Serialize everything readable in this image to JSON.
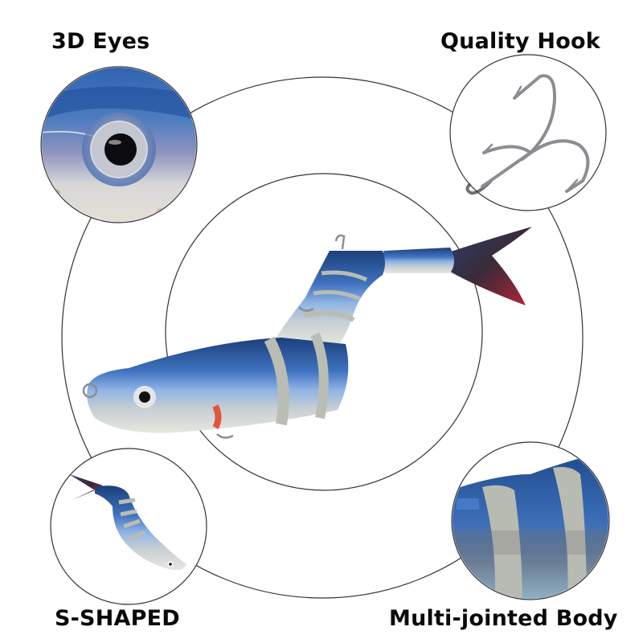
{
  "features": [
    {
      "id": "eyes",
      "label": "3D Eyes"
    },
    {
      "id": "hook",
      "label": "Quality Hook"
    },
    {
      "id": "shape",
      "label": "S-SHAPED"
    },
    {
      "id": "body",
      "label": "Multi-jointed Body"
    }
  ],
  "colors": {
    "background": "#ffffff",
    "line": "#333333",
    "lure_blue_dark": "#1b3f7a",
    "lure_blue": "#3f72c0",
    "lure_blue_light": "#8fb4e6",
    "lure_belly": "#d9dcd5",
    "joint_band": "#b9bdb3",
    "tail_red": "#b7243a",
    "tail_dark": "#3a2a38",
    "hook_silver": "#8a8d92",
    "text": "#0a0a0a"
  }
}
